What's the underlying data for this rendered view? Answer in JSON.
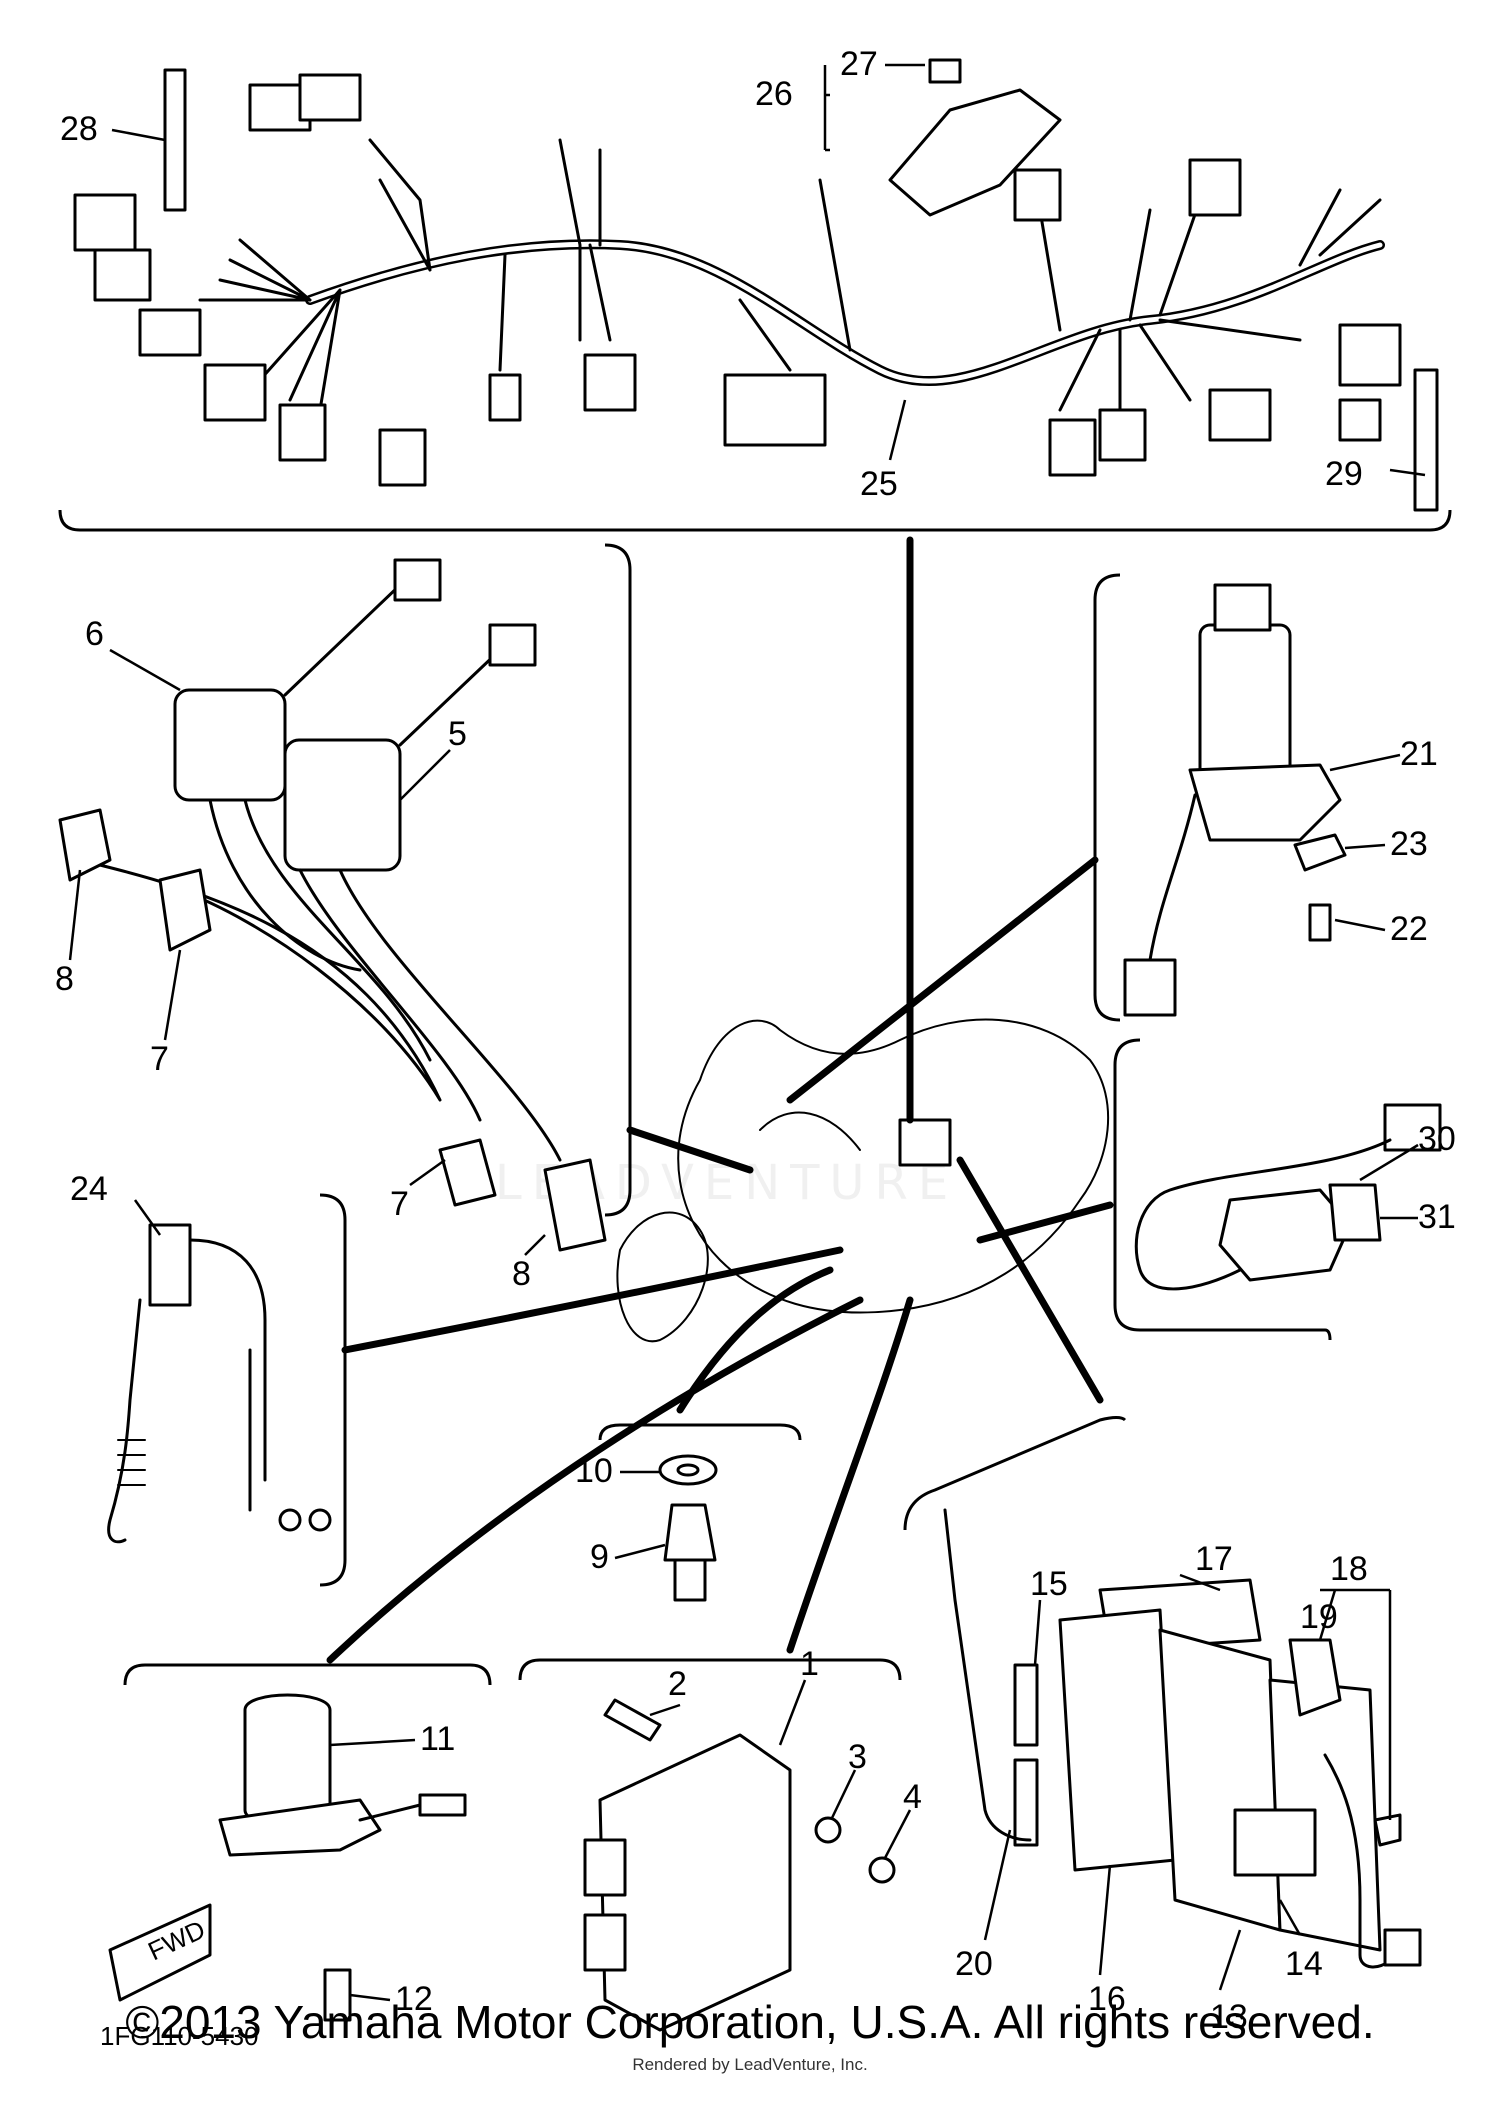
{
  "diagram": {
    "code": "1FG110-5430",
    "fwd_label": "FWD",
    "watermark": "LEADVENTURE",
    "callouts": [
      "1",
      "2",
      "3",
      "4",
      "5",
      "6",
      "7",
      "7",
      "8",
      "8",
      "9",
      "10",
      "11",
      "12",
      "13",
      "14",
      "15",
      "16",
      "17",
      "18",
      "19",
      "20",
      "21",
      "22",
      "23",
      "24",
      "25",
      "26",
      "27",
      "28",
      "29",
      "30",
      "31"
    ]
  },
  "footer": {
    "copyright": "©2013 Yamaha Motor Corporation, U.S.A. All rights reserved.",
    "renderer": "Rendered by LeadVenture, Inc."
  }
}
